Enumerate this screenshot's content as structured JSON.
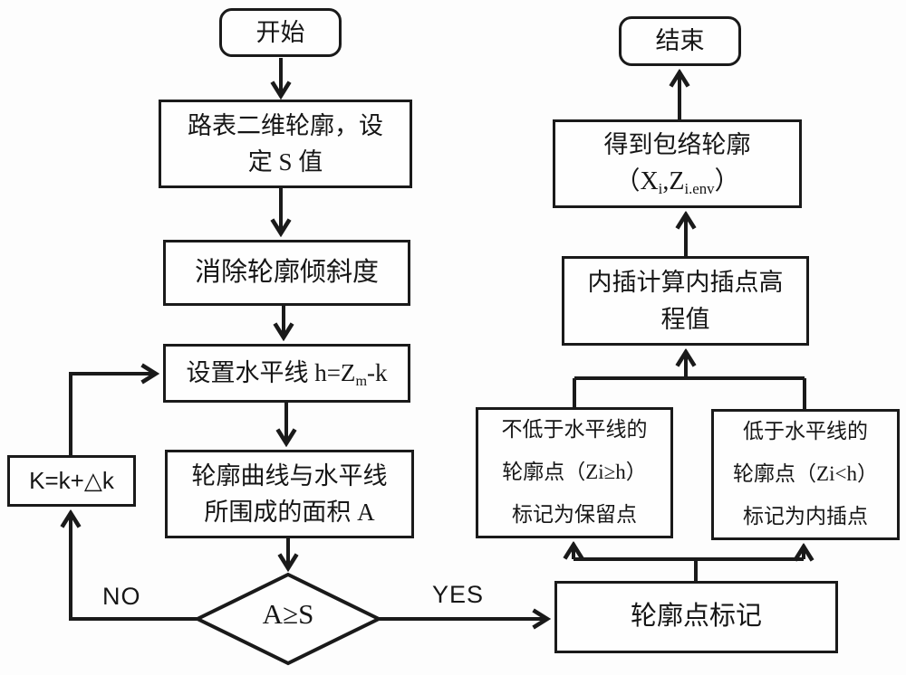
{
  "flowchart": {
    "colors": {
      "stroke": "#1a1a1a",
      "background": "#ffffff",
      "text": "#161616"
    },
    "nodes": {
      "start": {
        "label": "开始"
      },
      "road_profile": {
        "line1": "路表二维轮廓，设",
        "line2": "定 S 值"
      },
      "remove_tilt": {
        "label": "消除轮廓倾斜度"
      },
      "set_hline": {
        "pre": "设置水平线 h=Z",
        "sub": "m",
        "post": "-k"
      },
      "area": {
        "line1": "轮廓曲线与水平线",
        "line2": "所围成的面积 A"
      },
      "decision": {
        "label": "A≥S"
      },
      "k_update": {
        "label": "K=k+△k"
      },
      "mark_points": {
        "label": "轮廓点标记"
      },
      "keep_points": {
        "line1": "不低于水平线的",
        "line2": "轮廓点（Zi≥h）",
        "line3": "标记为保留点"
      },
      "interp_points": {
        "line1": "低于水平线的",
        "line2": "轮廓点（Zi<h）",
        "line3": "标记为内插点"
      },
      "interp_calc": {
        "line1": "内插计算内插点高",
        "line2": "程值"
      },
      "envelope": {
        "line1": "得到包络轮廓",
        "l2p1": "（X",
        "l2s1": "i",
        "l2p2": ",Z",
        "l2s2": "i.env",
        "l2p3": "）"
      },
      "end": {
        "label": "结束"
      }
    },
    "edge_labels": {
      "no": "NO",
      "yes": "YES"
    }
  }
}
